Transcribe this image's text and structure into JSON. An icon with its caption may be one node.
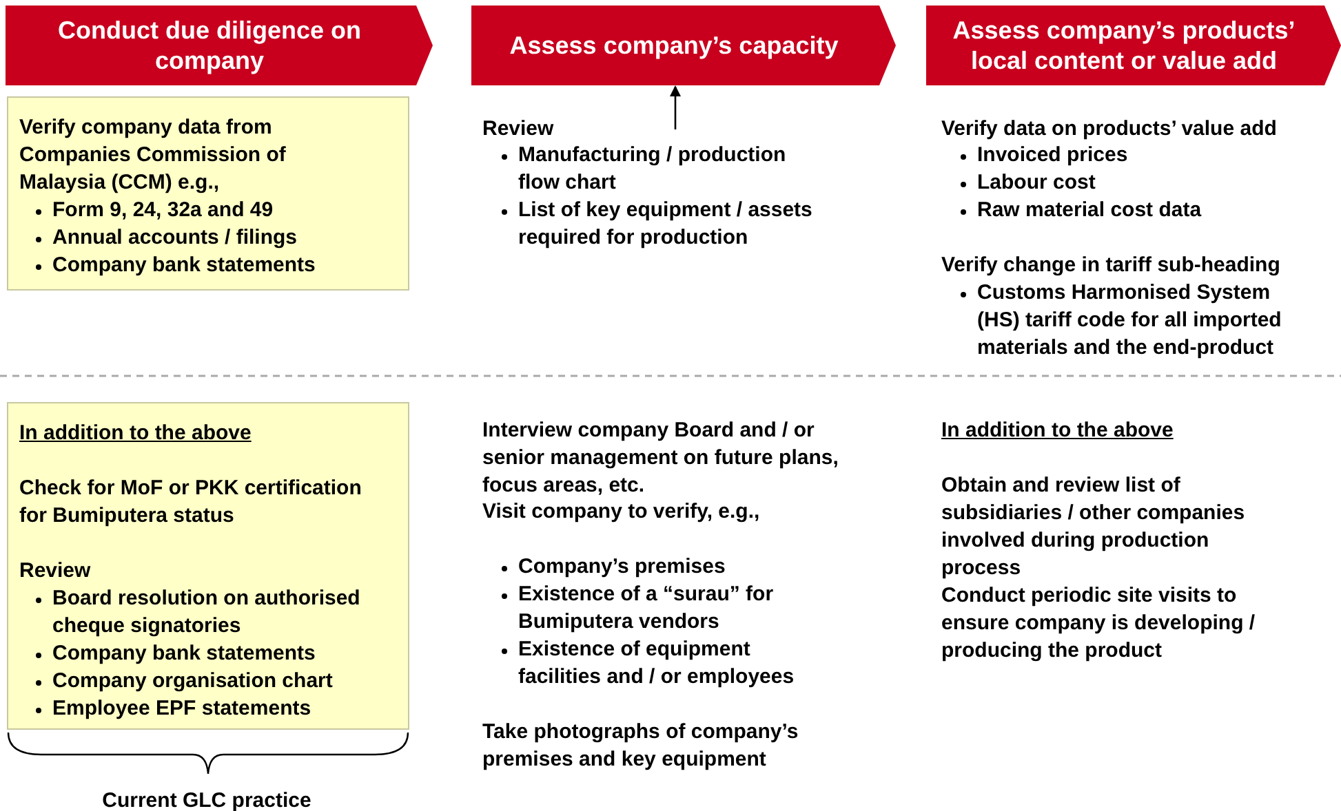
{
  "diagram": {
    "nodes": [
      {
        "text": [
          "Conduct due diligence on company"
        ]
      },
      {
        "text": [
          "Assess company’s capacity"
        ]
      },
      {
        "text": [
          "Assess company’s products’ local content or value add"
        ]
      },
      {
        "text": [
          "Verify company data from Companies Commission of Malaysia (CCM) e.g.,",
          "Form 9, 24, 32a and 49",
          "Annual accounts / filings",
          "Company bank statements"
        ]
      },
      {
        "text": [
          "In addition to the above",
          "Check for MoF or PKK certification for Bumiputera status",
          "Review",
          "Board resolution on authorised cheque signatories",
          "Company bank statements",
          "Company organisation chart",
          "Employee EPF statements"
        ]
      }
    ],
    "edges": [
      {
        "from": null,
        "to": 1,
        "arrow": "to"
      }
    ],
    "labels": [
      "Review",
      "Manufacturing /  production flow chart",
      "List of key equipment / assets required for production",
      "Verify data on products’ value add",
      "Invoiced prices",
      "Labour cost",
      "Raw material cost data",
      "Verify change in tariff sub-heading",
      "Customs Harmonised System (HS) tariff code for all imported materials and the end-product",
      "Interview company Board and / or senior management on future plans, focus areas, etc.",
      "Visit company to verify, e.g.,",
      "Company’s premises",
      "Existence of a “surau” for Bumiputera vendors",
      "Existence of equipment facilities and / or employees",
      "Take photographs of company’s premises and key equipment",
      "In addition to the above",
      "Obtain and review list of subsidiaries / other companies involved during production process",
      "Conduct periodic site visits to ensure company is developing / producing the product",
      "Current GLC practice"
    ]
  }
}
